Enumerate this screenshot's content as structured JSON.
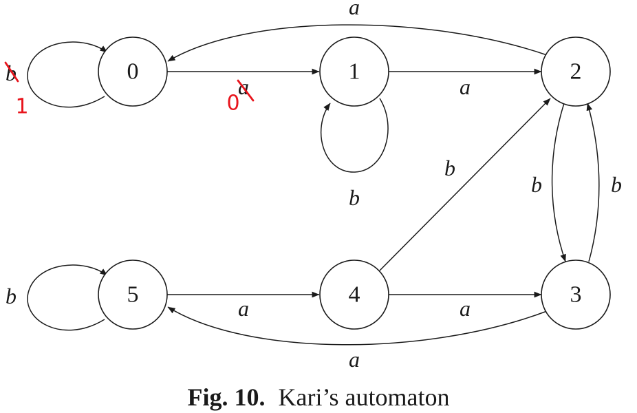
{
  "states": [
    {
      "id": "0",
      "label": "0"
    },
    {
      "id": "1",
      "label": "1"
    },
    {
      "id": "2",
      "label": "2"
    },
    {
      "id": "3",
      "label": "3"
    },
    {
      "id": "4",
      "label": "4"
    },
    {
      "id": "5",
      "label": "5"
    }
  ],
  "edges": [
    {
      "from": "0",
      "to": "0",
      "label": "b"
    },
    {
      "from": "0",
      "to": "1",
      "label": "a"
    },
    {
      "from": "1",
      "to": "2",
      "label": "a"
    },
    {
      "from": "2",
      "to": "0",
      "label": "a"
    },
    {
      "from": "1",
      "to": "1",
      "label": "b"
    },
    {
      "from": "4",
      "to": "2",
      "label": "b"
    },
    {
      "from": "2",
      "to": "3",
      "label": "b"
    },
    {
      "from": "3",
      "to": "2",
      "label": "b"
    },
    {
      "from": "5",
      "to": "5",
      "label": "b"
    },
    {
      "from": "5",
      "to": "4",
      "label": "a"
    },
    {
      "from": "4",
      "to": "3",
      "label": "a"
    },
    {
      "from": "3",
      "to": "5",
      "label": "a"
    }
  ],
  "annotations": {
    "color": "#e8141c",
    "self_loop_0_replacement": "1",
    "edge_0_1_replacement": "0"
  },
  "caption": {
    "label": "Fig. 10.",
    "text": "Kari’s automaton"
  }
}
